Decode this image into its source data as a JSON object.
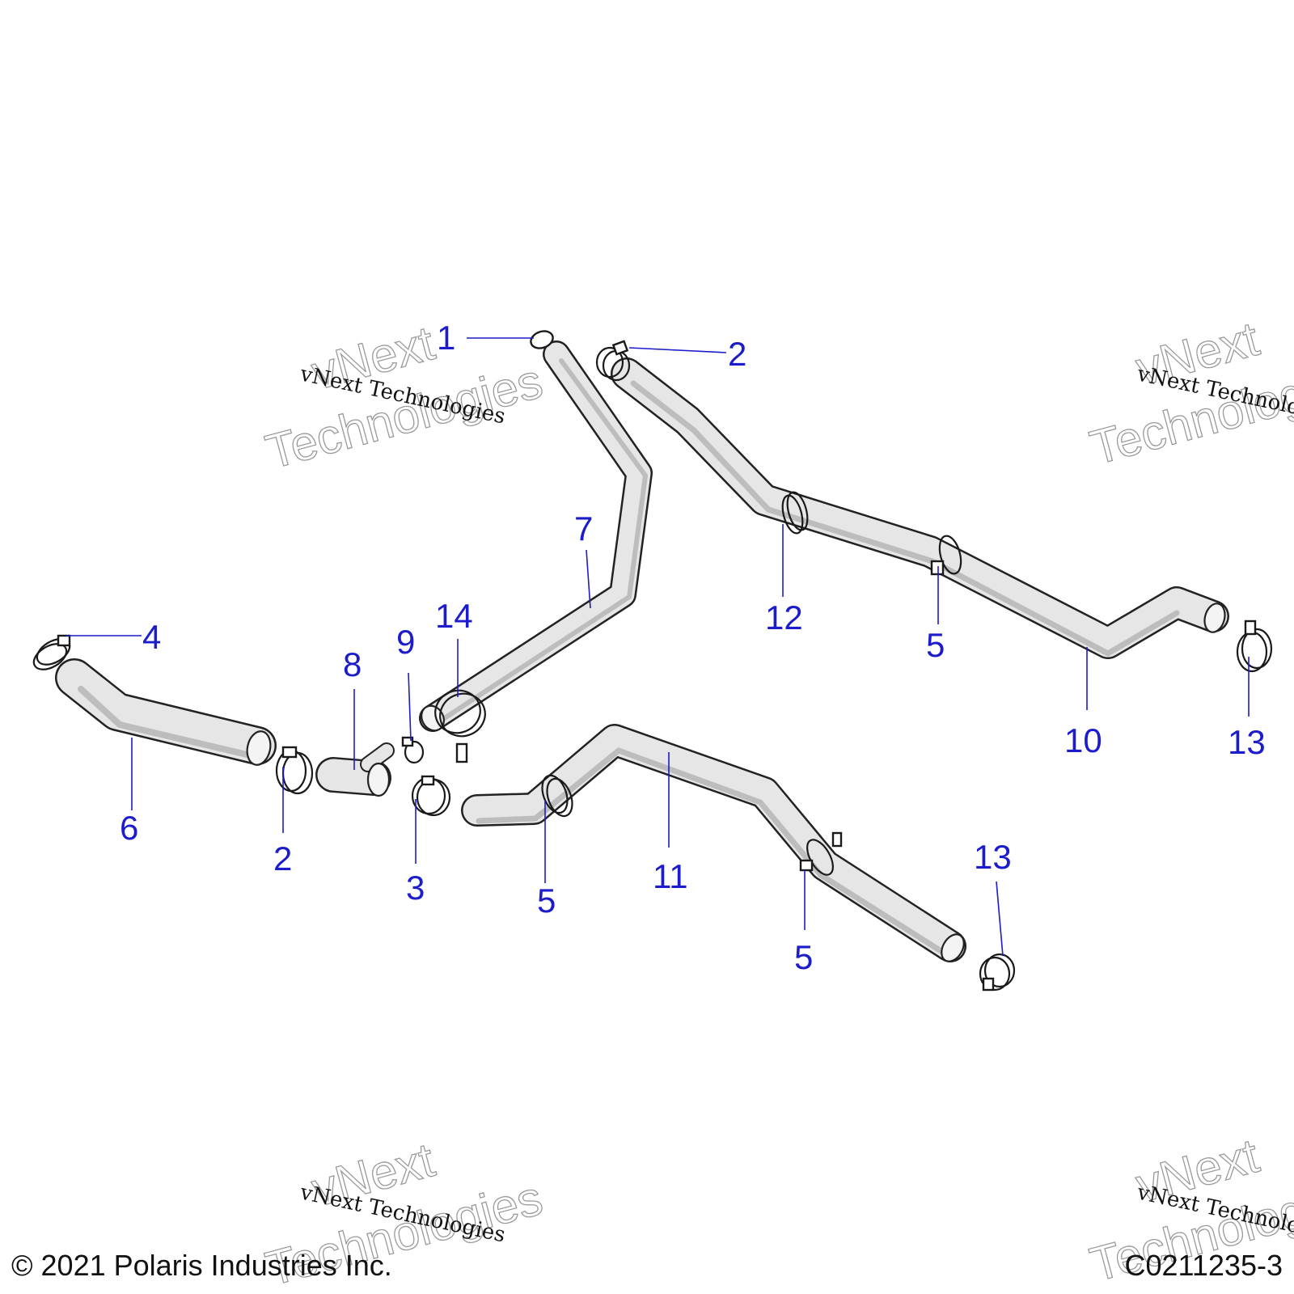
{
  "callouts": [
    "1",
    "2",
    "2",
    "3",
    "4",
    "5",
    "5",
    "5",
    "6",
    "7",
    "8",
    "9",
    "10",
    "11",
    "12",
    "13",
    "13",
    "14"
  ],
  "watermark": {
    "line": "vNext Technologies",
    "outline_top": "vNext",
    "outline_bottom": "Technologies"
  },
  "footer": {
    "copyright": "© 2021 Polaris Industries Inc.",
    "diagram_id": "C0211235-3"
  },
  "colors": {
    "callout": "#1c1ccc",
    "line_art": "#222222",
    "hose_fill": "#e6e6e6"
  }
}
